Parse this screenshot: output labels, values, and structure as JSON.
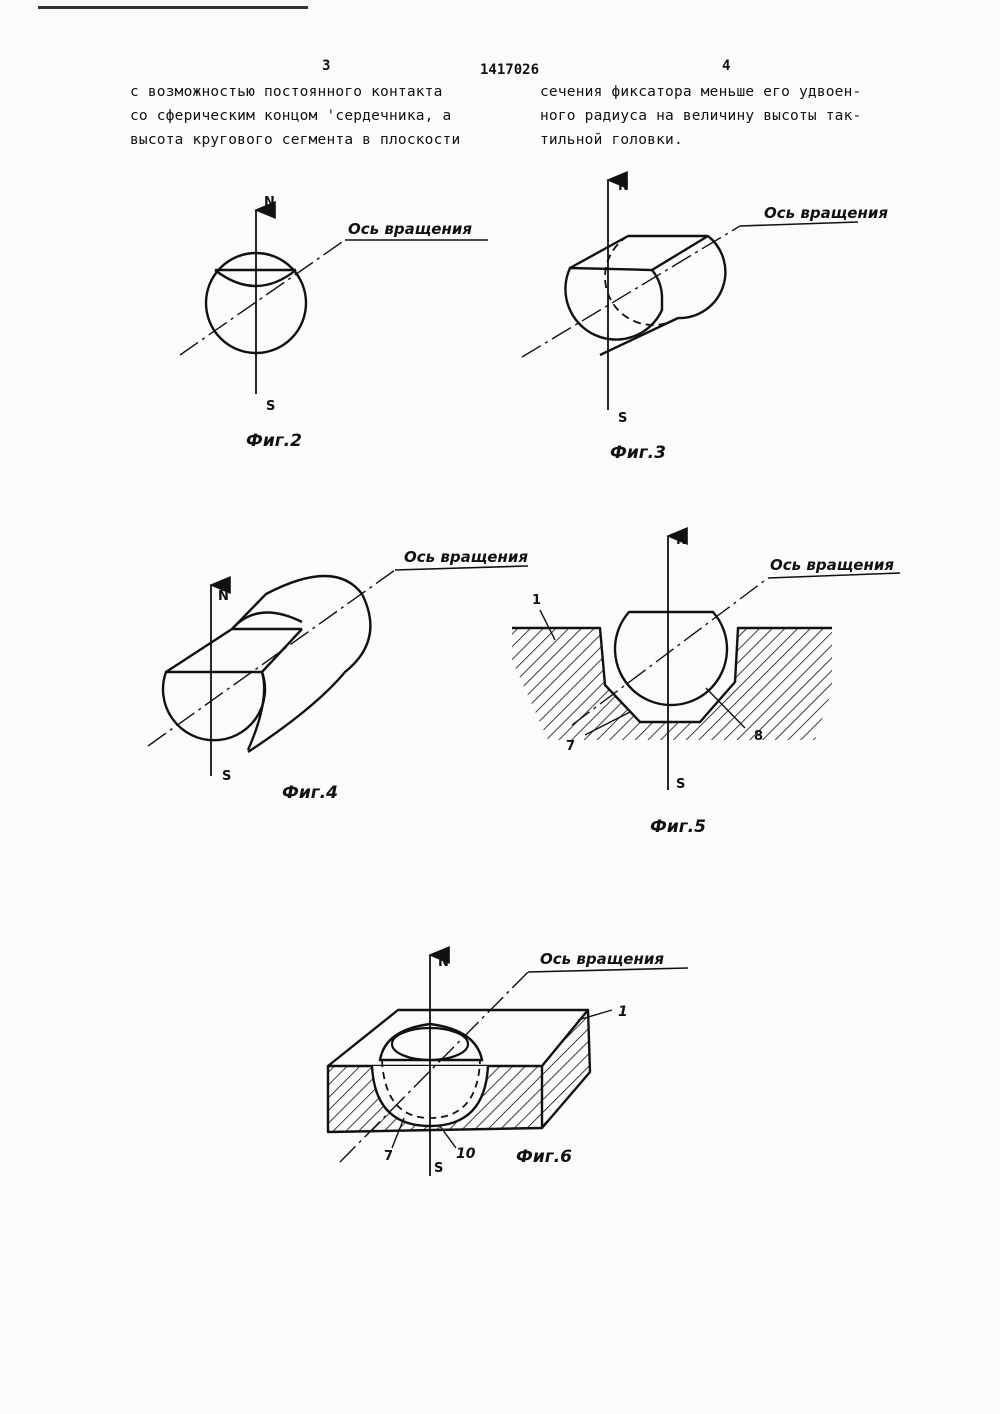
{
  "header": {
    "page_left": "3",
    "patent_number": "1417026",
    "page_right": "4"
  },
  "text": {
    "left_column": [
      "с возможностью постоянного контакта",
      "со сферическим концом 'сердечника, а",
      "высота кругового сегмента в плоскости"
    ],
    "right_column": [
      "сечения фиксатора меньше его удвоен-",
      "ного радиуса на величину высоты так-",
      "тильной головки."
    ]
  },
  "figures": {
    "fig2": {
      "caption": "Фиг.2",
      "axis_label": "Ось вращения",
      "north": "N",
      "south": "S"
    },
    "fig3": {
      "caption": "Фиг.3",
      "axis_label": "Ось вращения",
      "north": "N",
      "south": "S"
    },
    "fig4": {
      "caption": "Фиг.4",
      "axis_label": "Ось вращения",
      "north": "N",
      "south": "S"
    },
    "fig5": {
      "caption": "Фиг.5",
      "axis_label": "Ось вращения",
      "north": "N",
      "south": "S",
      "ref_1": "1",
      "ref_7": "7",
      "ref_8": "8"
    },
    "fig6": {
      "caption": "Фиг.6",
      "axis_label": "Ось вращения",
      "north": "N",
      "south": "S",
      "ref_1": "1",
      "ref_7": "7",
      "ref_10": "10"
    }
  }
}
